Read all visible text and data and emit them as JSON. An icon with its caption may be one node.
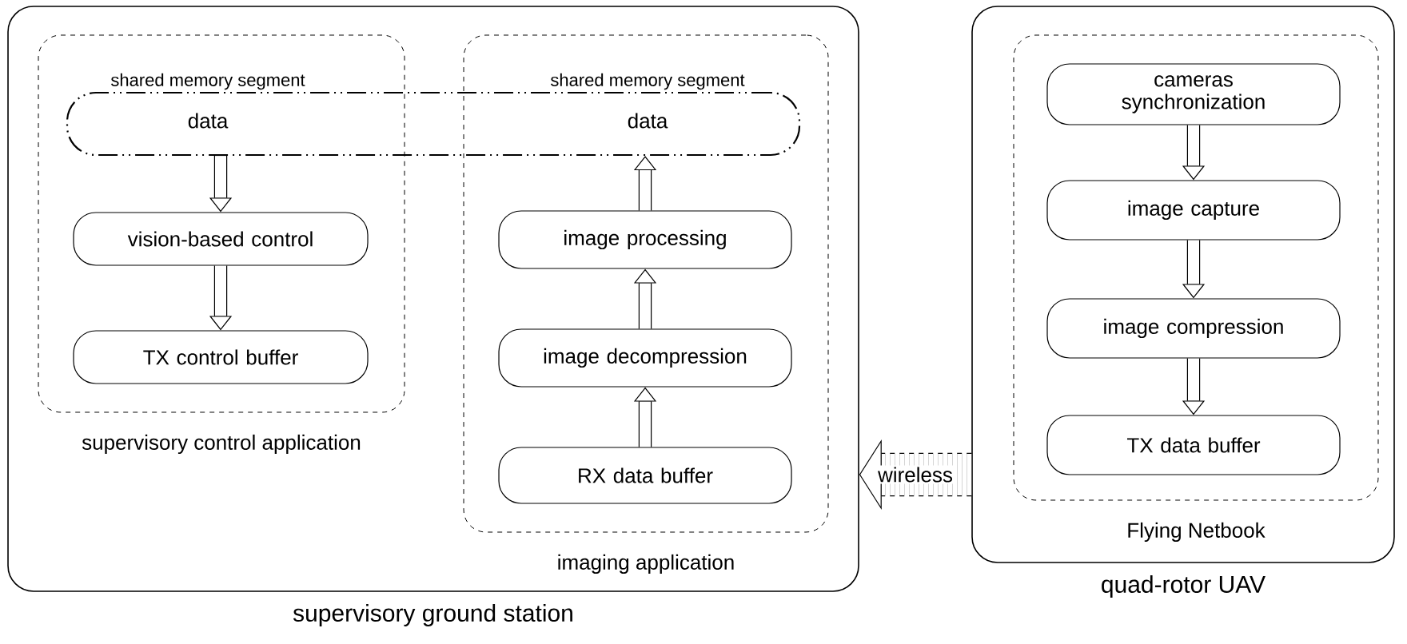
{
  "diagram": {
    "nodes": [
      {
        "text": [
          "supervisory ground station"
        ]
      },
      {
        "text": [
          "supervisory control application"
        ],
        "in": 0
      },
      {
        "text": [
          "data",
          "data"
        ],
        "beside": [
          "shared memory segment",
          "shared memory segment"
        ],
        "in": 0
      },
      {
        "text": [
          "vision-based control"
        ],
        "in": 1
      },
      {
        "text": [
          "TX control buffer"
        ],
        "in": 1
      },
      {
        "text": [
          "imaging application"
        ],
        "in": 0
      },
      {
        "text": [
          "image processing"
        ],
        "in": 5
      },
      {
        "text": [
          "image decompression"
        ],
        "in": 5
      },
      {
        "text": [
          "RX data buffer"
        ],
        "in": 5
      },
      {
        "text": [
          "quad-rotor UAV"
        ]
      },
      {
        "text": [
          "Flying Netbook"
        ],
        "in": 9
      },
      {
        "text": [
          "cameras synchronization"
        ],
        "in": 10
      },
      {
        "text": [
          "image capture"
        ],
        "in": 10
      },
      {
        "text": [
          "image compression"
        ],
        "in": 10
      },
      {
        "text": [
          "TX data buffer"
        ],
        "in": 10
      }
    ],
    "edges": [
      {
        "from": 2,
        "to": 3,
        "arrow": "to"
      },
      {
        "from": 3,
        "to": 4,
        "arrow": "to"
      },
      {
        "from": 8,
        "to": 7,
        "arrow": "to"
      },
      {
        "from": 7,
        "to": 6,
        "arrow": "to"
      },
      {
        "from": 6,
        "to": 2,
        "arrow": "to"
      },
      {
        "from": 11,
        "to": 12,
        "arrow": "to"
      },
      {
        "from": 12,
        "to": 13,
        "arrow": "to"
      },
      {
        "from": 13,
        "to": 14,
        "arrow": "to"
      },
      {
        "from": 9,
        "to": 0,
        "arrow": "to",
        "label": "wireless",
        "style": "dashed"
      }
    ]
  }
}
